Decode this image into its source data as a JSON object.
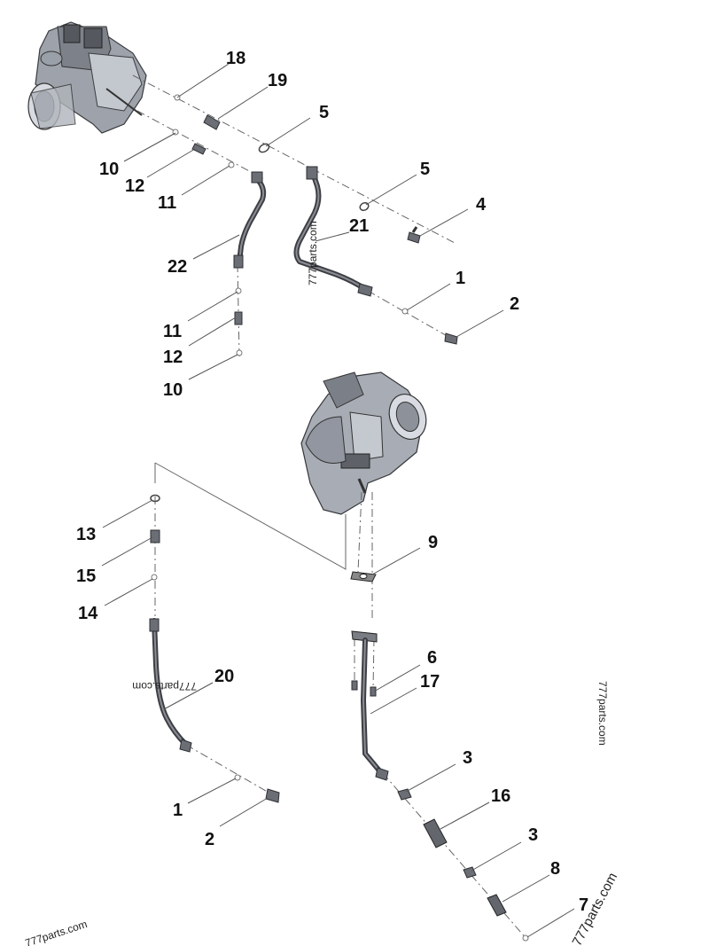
{
  "callouts": {
    "c18": "18",
    "c19": "19",
    "c5a": "5",
    "c5b": "5",
    "c4": "4",
    "c21": "21",
    "c1a": "1",
    "c2a": "2",
    "c10a": "10",
    "c12a": "12",
    "c11a": "11",
    "c22": "22",
    "c11b": "11",
    "c12b": "12",
    "c10b": "10",
    "c13": "13",
    "c15": "15",
    "c14": "14",
    "c20": "20",
    "c1b": "1",
    "c2b": "2",
    "c9": "9",
    "c6": "6",
    "c17": "17",
    "c3a": "3",
    "c16": "16",
    "c3b": "3",
    "c8": "8",
    "c7": "7"
  },
  "watermarks": {
    "top_vertical": "777parts.com",
    "mirrored": "777parts.com",
    "right_vertical": "777parts.com",
    "bottom_right": "777parts.com",
    "bottom_left": "777parts.com"
  },
  "colors": {
    "part_dark": "#3d3f44",
    "part_mid": "#6b6e75",
    "part_light": "#b8bcc4",
    "line": "#555555",
    "background": "#ffffff"
  }
}
